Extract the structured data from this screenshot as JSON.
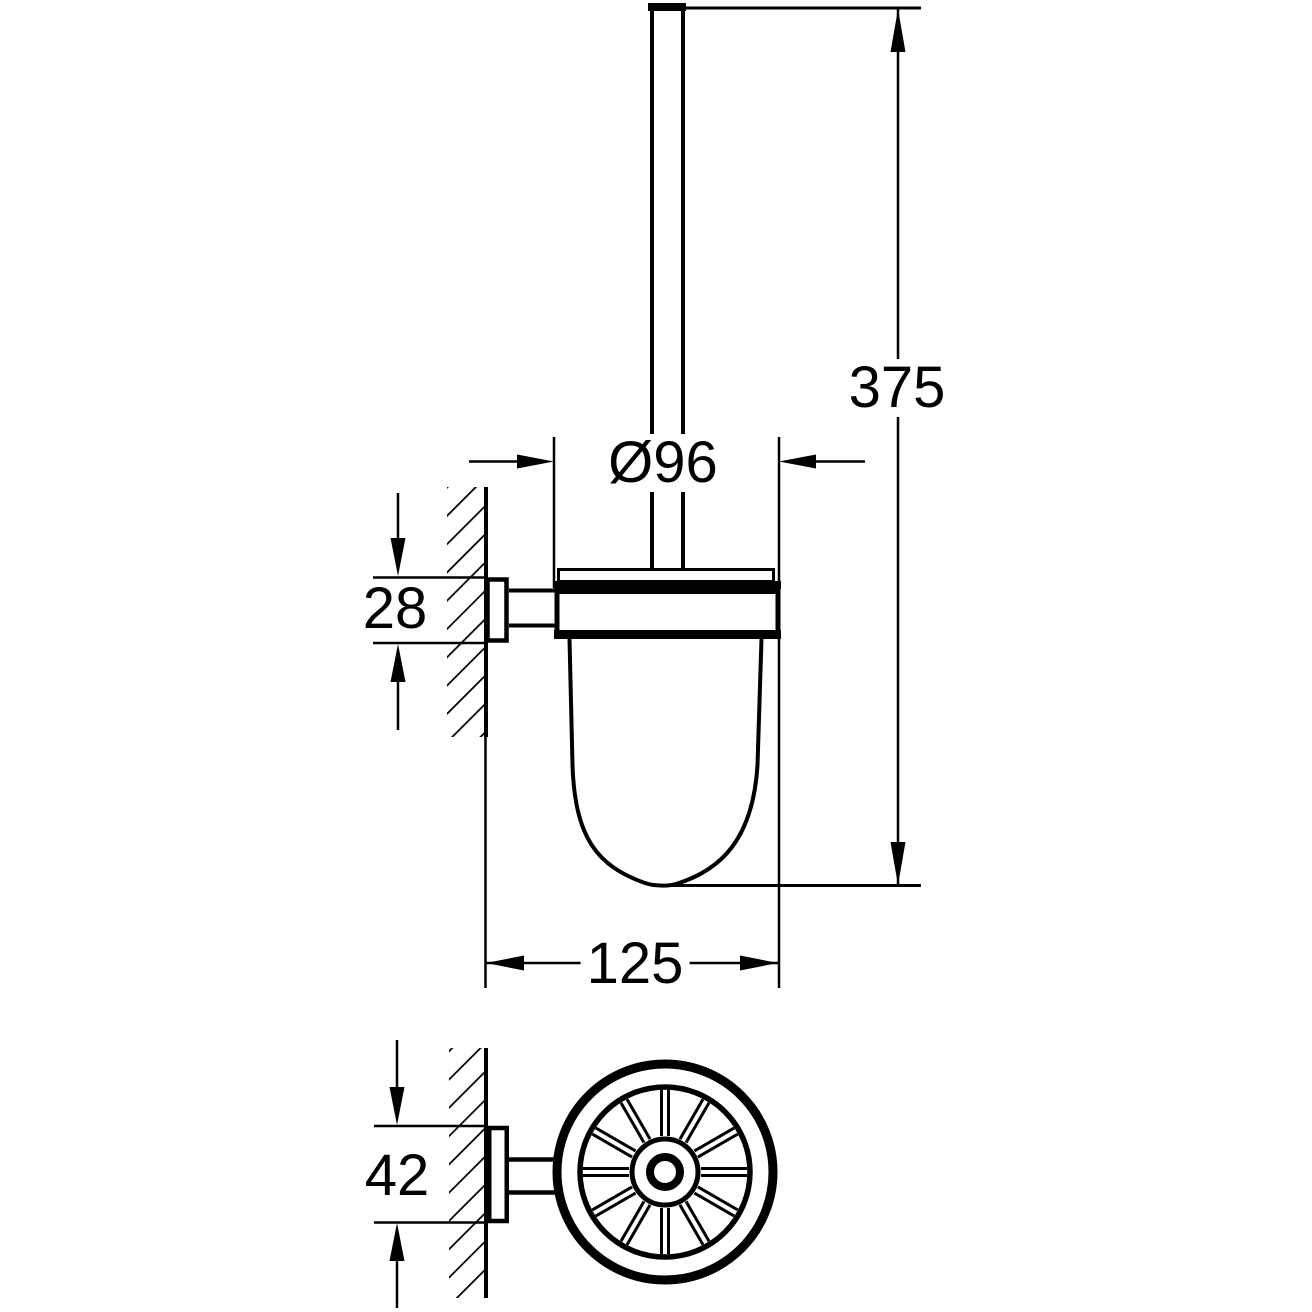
{
  "drawing": {
    "background": "#ffffff",
    "line_color": "#000000",
    "views": {
      "side": {
        "name": "side-elevation"
      },
      "bottom": {
        "name": "plan-view"
      }
    },
    "dimensions": {
      "total_height": "375",
      "cup_diameter": "Ø96",
      "wall_plate_height": "28",
      "total_depth": "125",
      "wall_plate_width": "42"
    }
  }
}
